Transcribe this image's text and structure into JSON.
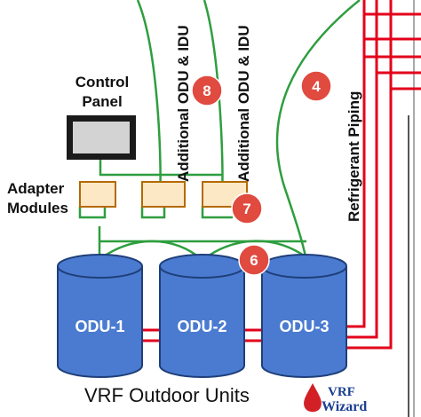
{
  "colors": {
    "green_wire": "#2e9e3f",
    "red_pipe": "#e3001b",
    "odu_fill": "#4a7bd0",
    "odu_stroke": "#1f3f7a",
    "adapter_fill": "#fde8c6",
    "adapter_stroke": "#b46a00",
    "badge": "#e04a3f",
    "panel_screen": "#d3d3d3",
    "logo_blue": "#1a3f8f",
    "logo_red": "#d32027"
  },
  "labels": {
    "control_panel_line1": "Control",
    "control_panel_line2": "Panel",
    "adapter_line1": "Adapter",
    "adapter_line2": "Modules",
    "additional_1": "Additional ODU & IDU",
    "additional_2": "Additional ODU & IDU",
    "refrigerant": "Refrigerant Piping",
    "caption": "VRF Outdoor Units"
  },
  "odus": [
    "ODU-1",
    "ODU-2",
    "ODU-3"
  ],
  "badges": [
    "8",
    "4",
    "7",
    "6"
  ],
  "logo": {
    "line1": "VRF",
    "line2": "Wizard",
    "icon": "water-drop-icon"
  }
}
